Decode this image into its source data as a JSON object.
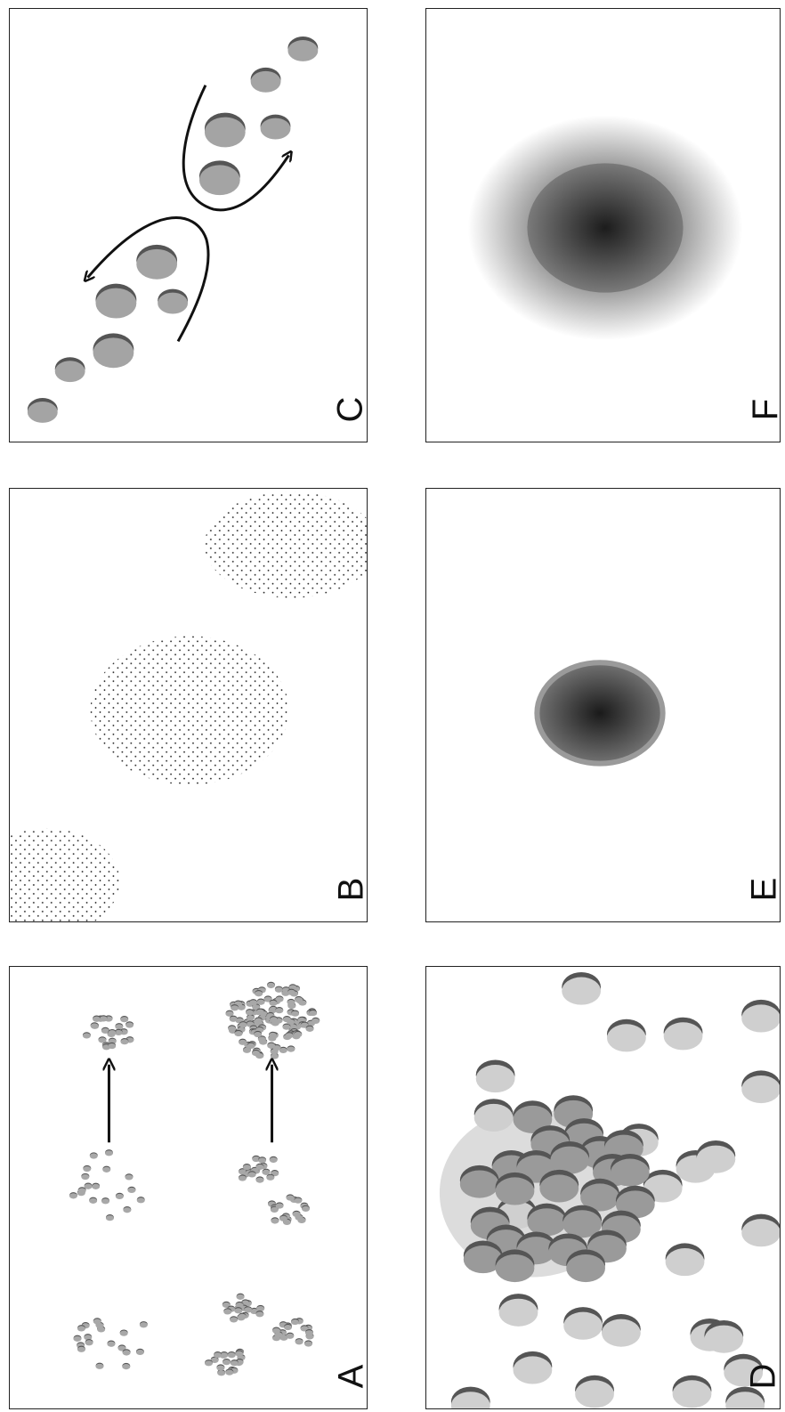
{
  "panels": {
    "a": {
      "label": "A"
    },
    "b": {
      "label": "B"
    },
    "c": {
      "label": "C"
    },
    "d": {
      "label": "D"
    },
    "e": {
      "label": "E"
    },
    "f": {
      "label": "F"
    }
  },
  "colors": {
    "border": "#222222",
    "disc": "#a6a6a6",
    "disc_rim": "#5a5a5a",
    "disc_light": "#d8d8d8",
    "disc_dark": "#8a8a8a",
    "stroke": "#111111"
  },
  "icons": {
    "arrow": "arrow-up-icon",
    "dot_pattern": "dot-pattern"
  }
}
